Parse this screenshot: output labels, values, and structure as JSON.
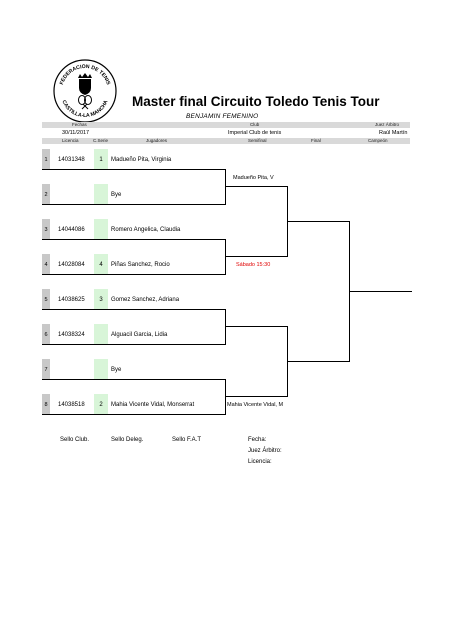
{
  "header": {
    "logo_text_top": "FEDERACION DE TENIS",
    "logo_text_bottom": "CASTILLA-LA MANCHA",
    "title": "Master final Circuito Toledo Tenis Tour",
    "subtitle": "BENJAMIN FEMENINO"
  },
  "info": {
    "fechas_label": "Fechas",
    "fechas_value": "30/11/2017",
    "club_label": "Club",
    "club_value": "Imperial Club de tenis",
    "juez_label": "Juez Árbitro",
    "juez_value": "Raúl Martín"
  },
  "columns": {
    "licencia": "Licencia",
    "cserie": "C.Serie",
    "jugadores": "Jugadores",
    "semifinal": "Semifinal",
    "final": "Final",
    "campeon": "Campeón"
  },
  "draw": [
    {
      "num": "1",
      "licencia": "14031348",
      "seed": "1",
      "player": "Madueño Pita, Virginia"
    },
    {
      "num": "2",
      "licencia": "",
      "seed": "",
      "player": "Bye"
    },
    {
      "num": "3",
      "licencia": "14044086",
      "seed": "",
      "player": "Romero Angelica, Claudia"
    },
    {
      "num": "4",
      "licencia": "14028084",
      "seed": "4",
      "player": "Piñas Sanchez, Rocio"
    },
    {
      "num": "5",
      "licencia": "14038625",
      "seed": "3",
      "player": "Gomez Sanchez, Adriana"
    },
    {
      "num": "6",
      "licencia": "14038324",
      "seed": "",
      "player": "Alguacil Garcia, Lidia"
    },
    {
      "num": "7",
      "licencia": "",
      "seed": "",
      "player": "Bye"
    },
    {
      "num": "8",
      "licencia": "14038518",
      "seed": "2",
      "player": "Mahia Vicente Vidal, Monserrat"
    }
  ],
  "round2": {
    "top_winner": "Madueño Pita, V",
    "match_time": "Sábado 15:30",
    "match_time_color": "#e00000",
    "bottom_winner": "Mahia Vicente Vidal, M"
  },
  "footer": {
    "sello_club": "Sello Club.",
    "sello_deleg": "Sello Deleg.",
    "sello_fat": "Sello F.A.T",
    "fecha": "Fecha:",
    "juez": "Juez Árbitro:",
    "licencia": "Licencia:"
  }
}
